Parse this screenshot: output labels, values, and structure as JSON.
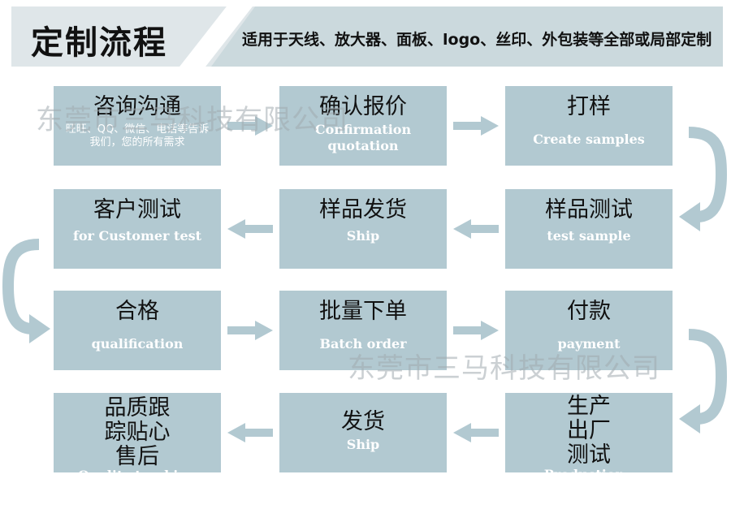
{
  "header": {
    "title": "定制流程",
    "subtitle": "适用于天线、放大器、面板、logo、丝印、外包装等全部或局部定制"
  },
  "steps": [
    {
      "zh": "咨询沟通",
      "en": "",
      "detail": "旺旺、QQ、微信、电话等告诉我们，您的所有需求"
    },
    {
      "zh": "确认报价",
      "en": "Confirmation quotation"
    },
    {
      "zh": "打样",
      "en": "Create samples"
    },
    {
      "zh": "客户测试",
      "en": "for Customer test"
    },
    {
      "zh": "样品发货",
      "en": "Ship"
    },
    {
      "zh": "样品测试",
      "en": "test sample"
    },
    {
      "zh": "合格",
      "en": "qualification"
    },
    {
      "zh": "批量下单",
      "en": "Batch order"
    },
    {
      "zh": "付款",
      "en": "payment"
    },
    {
      "zh": "品质跟踪贴心售后",
      "en": "Quality tracking Intimate after sale"
    },
    {
      "zh": "发货",
      "en": "Ship"
    },
    {
      "zh": "生产出厂测试",
      "en": "Production . factory testing"
    }
  ],
  "watermark": "东莞市三马科技有限公司",
  "colors": {
    "box": "#b2c9d1",
    "arrow": "#b2c9d1",
    "banner": "#cbd9dd"
  }
}
